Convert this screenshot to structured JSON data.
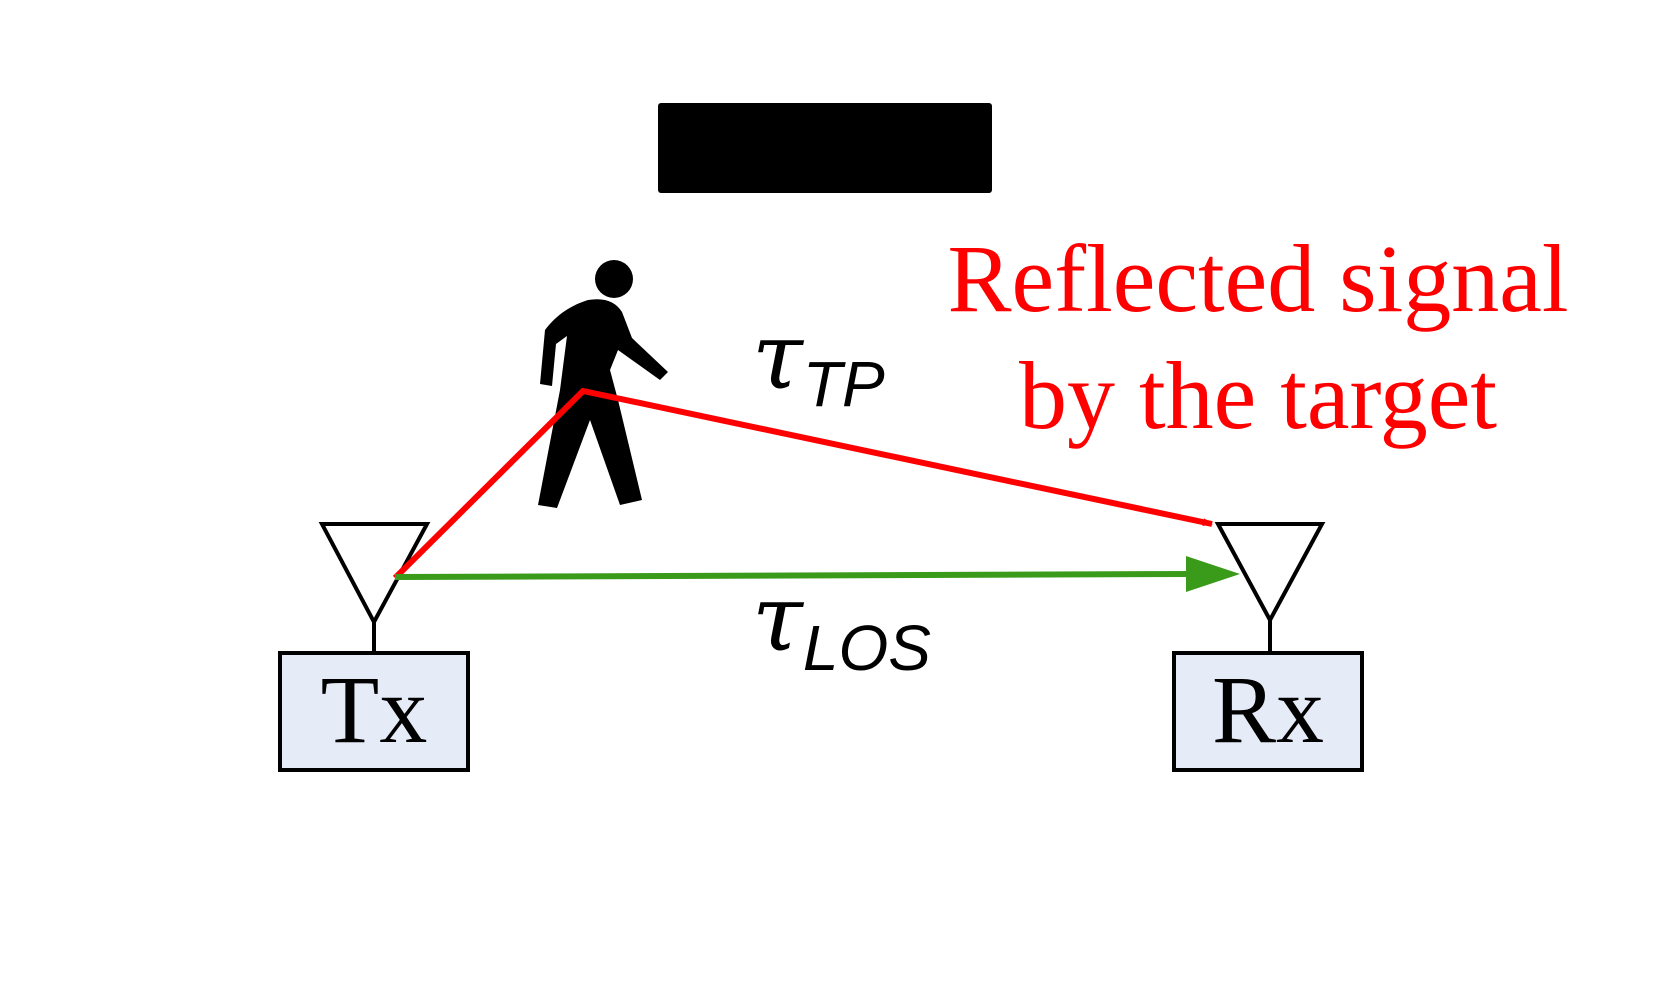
{
  "transmitter": {
    "label": "Tx"
  },
  "receiver": {
    "label": "Rx"
  },
  "reflected_path": {
    "delay_symbol": "τ",
    "delay_subscript": "TP",
    "annotation_line1": "Reflected signal",
    "annotation_line2": "by the target"
  },
  "los_path": {
    "delay_symbol": "τ",
    "delay_subscript": "LOS"
  },
  "colors": {
    "reflected": "#ff0000",
    "los": "#3a9a1a",
    "box_fill": "#e6ecf7",
    "outline": "#000000",
    "redaction": "#000000"
  },
  "icons": {
    "target": "pedestrian-icon",
    "tx_antenna": "antenna-icon",
    "rx_antenna": "antenna-icon"
  }
}
